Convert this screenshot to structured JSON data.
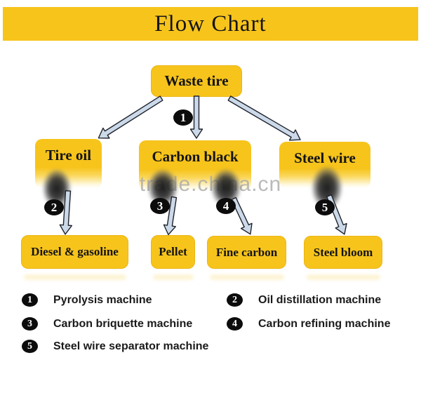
{
  "title": "Flow Chart",
  "watermark": "trade.china.cn",
  "nodes": {
    "waste_tire": "Waste tire",
    "tire_oil": "Tire oil",
    "carbon_black": "Carbon black",
    "steel_wire": "Steel wire",
    "diesel_gasoline": "Diesel & gasoline",
    "pellet": "Pellet",
    "fine_carbon": "Fine carbon",
    "steel_bloom": "Steel bloom"
  },
  "markers": {
    "m1": "1",
    "m2": "2",
    "m3": "3",
    "m4": "4",
    "m5": "5"
  },
  "legend": [
    {
      "num": "1",
      "label": "Pyrolysis machine"
    },
    {
      "num": "2",
      "label": "Oil distillation machine"
    },
    {
      "num": "3",
      "label": "Carbon briquette machine"
    },
    {
      "num": "4",
      "label": "Carbon refining machine"
    },
    {
      "num": "5",
      "label": "Steel wire separator machine"
    }
  ],
  "colors": {
    "gold": "#F7C41C",
    "gold_edge": "#ECB513",
    "arrow_fill": "#CBD9E9",
    "arrow_stroke": "#1E222B",
    "badge": "#0C0C0C",
    "watermark": "#A9A9A9"
  }
}
